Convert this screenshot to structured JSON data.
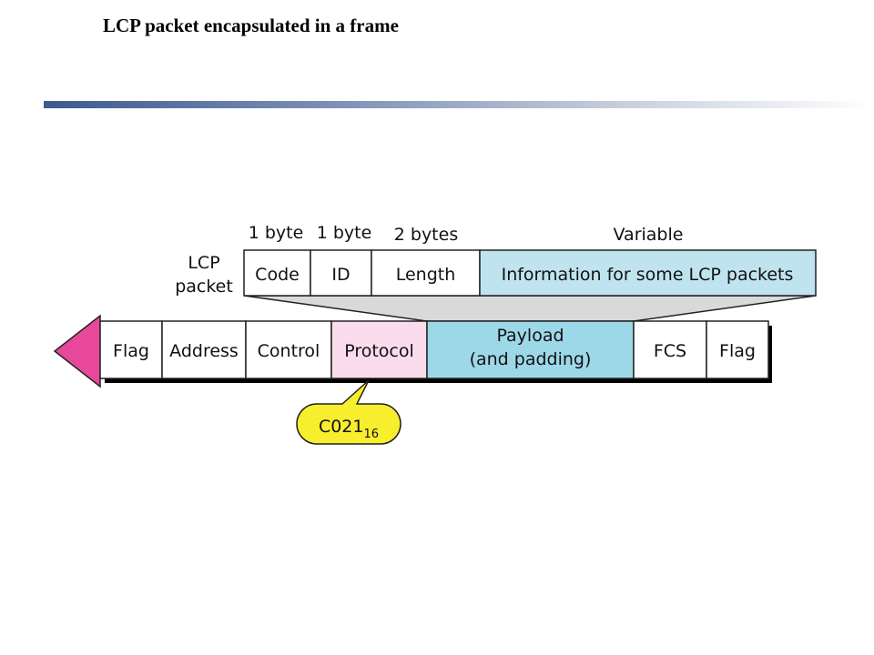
{
  "title": "LCP packet encapsulated in a frame",
  "lcp": {
    "label_line1": "LCP",
    "label_line2": "packet",
    "sizes": [
      "1 byte",
      "1 byte",
      "2 bytes",
      "Variable"
    ],
    "fields": [
      "Code",
      "ID",
      "Length",
      "Information for some LCP packets"
    ]
  },
  "frame": {
    "flag_start": "Flag",
    "address": "Address",
    "control": "Control",
    "protocol": "Protocol",
    "payload_line1": "Payload",
    "payload_line2": "(and padding)",
    "fcs": "FCS",
    "flag_end": "Flag"
  },
  "callout": {
    "value": "C021",
    "subscript": "16"
  },
  "colors": {
    "information_fill": "#bfe4f0",
    "payload_fill": "#9dd8e8",
    "protocol_fill": "#fadcec",
    "arrow_fill": "#e8489a",
    "callout_fill": "#f7ef2e",
    "trapezoid_fill": "#d9d9d9"
  }
}
